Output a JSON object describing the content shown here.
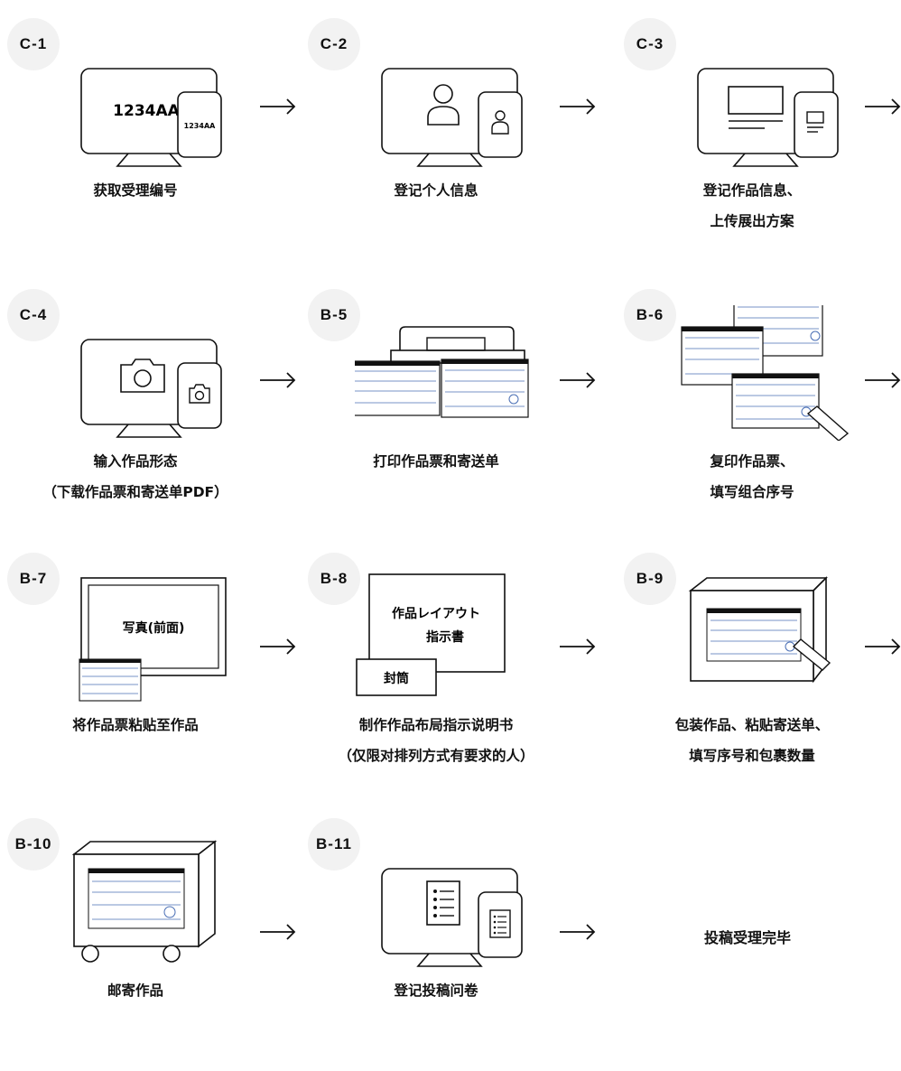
{
  "steps": [
    {
      "code": "C-1",
      "caption": [
        "获取受理编号"
      ],
      "display_text": "1234AA",
      "phone_text": "1234AA",
      "icon": "monitor-phone-code-icon"
    },
    {
      "code": "C-2",
      "caption": [
        "登记个人信息"
      ],
      "icon": "monitor-phone-person-icon"
    },
    {
      "code": "C-3",
      "caption": [
        "登记作品信息、",
        "上传展出方案"
      ],
      "icon": "monitor-phone-document-icon"
    },
    {
      "code": "C-4",
      "caption": [
        "输入作品形态",
        "（下载作品票和寄送单PDF）"
      ],
      "icon": "monitor-phone-camera-icon"
    },
    {
      "code": "B-5",
      "caption": [
        "打印作品票和寄送单"
      ],
      "icon": "printer-forms-icon"
    },
    {
      "code": "B-6",
      "caption": [
        "复印作品票、",
        "填写组合序号"
      ],
      "icon": "copied-forms-pen-icon"
    },
    {
      "code": "B-7",
      "caption": [
        "将作品票粘贴至作品"
      ],
      "frame_text": "写真(前面)",
      "icon": "framed-photo-ticket-icon"
    },
    {
      "code": "B-8",
      "caption": [
        "制作作品布局指示说明书",
        "（仅限对排列方式有要求的人）"
      ],
      "doc_text": [
        "作品レイアウト",
        "指示書"
      ],
      "envelope_text": "封筒",
      "icon": "layout-document-envelope-icon"
    },
    {
      "code": "B-9",
      "caption": [
        "包装作品、粘贴寄送单、",
        "填写序号和包裹数量"
      ],
      "icon": "package-label-pen-icon"
    },
    {
      "code": "B-10",
      "caption": [
        "邮寄作品"
      ],
      "icon": "cart-package-icon"
    },
    {
      "code": "B-11",
      "caption": [
        "登记投稿问卷"
      ],
      "icon": "monitor-phone-questionnaire-icon"
    }
  ],
  "final_text": "投稿受理完毕"
}
